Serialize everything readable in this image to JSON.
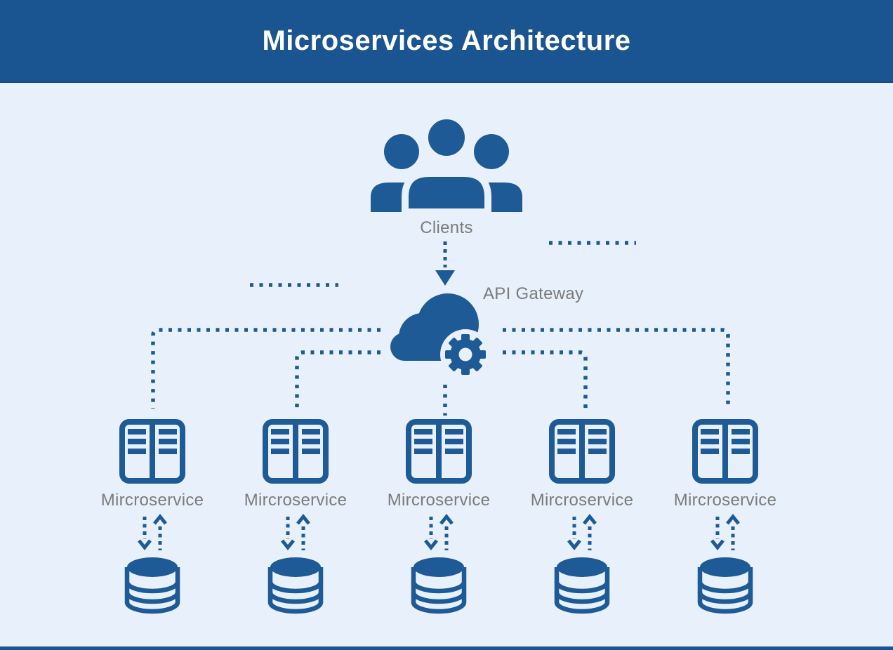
{
  "header": {
    "title": "Microservices Architecture"
  },
  "colors": {
    "header_bg": "#1a5591",
    "canvas_bg": "#e7f0fb",
    "icon_blue": "#1d5a96",
    "label_gray": "#7b7b7b",
    "title_text": "#ffffff"
  },
  "clients": {
    "label": "Clients",
    "icon": "users-group-icon"
  },
  "gateway": {
    "label": "API Gateway",
    "icon": "cloud-gear-icon"
  },
  "services": [
    {
      "label": "Mircroservice",
      "icon": "server-rack-icon",
      "storage_icon": "database-cylinder-icon"
    },
    {
      "label": "Mircroservice",
      "icon": "server-rack-icon",
      "storage_icon": "database-cylinder-icon"
    },
    {
      "label": "Mircroservice",
      "icon": "server-rack-icon",
      "storage_icon": "database-cylinder-icon"
    },
    {
      "label": "Mircroservice",
      "icon": "server-rack-icon",
      "storage_icon": "database-cylinder-icon"
    },
    {
      "label": "Mircroservice",
      "icon": "server-rack-icon",
      "storage_icon": "database-cylinder-icon"
    }
  ],
  "connections": {
    "clients_to_gateway": "dashed-arrow-down",
    "gateway_to_services": "dotted-elbow-lines",
    "service_to_database": "dashed-bidirectional-arrows"
  }
}
